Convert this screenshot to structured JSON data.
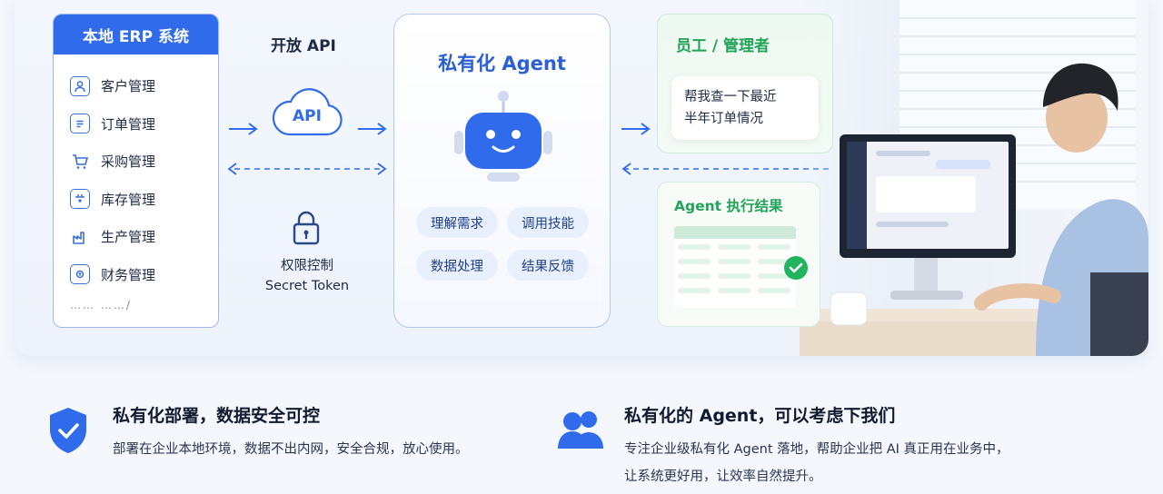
{
  "erp": {
    "title": "本地 ERP 系统",
    "items": [
      {
        "label": "客户管理",
        "icon": "user-icon"
      },
      {
        "label": "订单管理",
        "icon": "order-icon"
      },
      {
        "label": "采购管理",
        "icon": "cart-icon"
      },
      {
        "label": "库存管理",
        "icon": "inventory-icon"
      },
      {
        "label": "生产管理",
        "icon": "factory-icon"
      },
      {
        "label": "财务管理",
        "icon": "finance-icon"
      }
    ],
    "more": "……  ……/"
  },
  "api": {
    "title": "开放 API",
    "cloud_label": "API",
    "permission_line1": "权限控制",
    "permission_line2": "Secret Token"
  },
  "agent": {
    "title": "私有化 Agent",
    "chips": [
      "理解需求",
      "调用技能",
      "数据处理",
      "结果反馈"
    ]
  },
  "user": {
    "title": "员工 / 管理者",
    "message_line1": "帮我查一下最近",
    "message_line2": "半年订单情况"
  },
  "result": {
    "title": "Agent 执行结果"
  },
  "features": [
    {
      "title": "私有化部署，数据安全可控",
      "desc_lines": [
        "部署在企业本地环境，数据不出内网，安全合规，放心使用。"
      ],
      "icon": "shield-check-icon"
    },
    {
      "title": "私有化的 Agent，可以考虑下我们",
      "desc_lines": [
        "专注企业级私有化 Agent 落地，帮助企业把 AI 真正用在业务中，",
        "让系统更好用，让效率自然提升。"
      ],
      "icon": "users-icon"
    }
  ],
  "colors": {
    "primary": "#2f6bea",
    "green": "#23a35a",
    "text": "#1f2a44"
  }
}
